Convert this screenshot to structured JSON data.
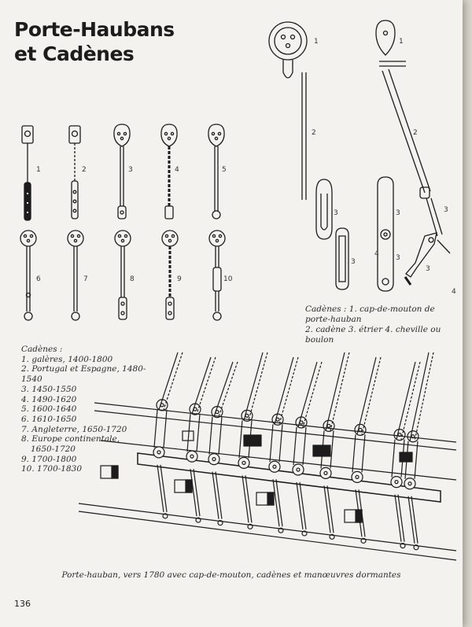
{
  "title": {
    "line1": "Porte-Haubans",
    "line2": "et Cadènes"
  },
  "figure_numbers": {
    "top_left_row1": [
      "1",
      "2",
      "3",
      "4",
      "5"
    ],
    "top_left_row2": [
      "6",
      "7",
      "8",
      "9",
      "10"
    ],
    "right_diagram": [
      "1",
      "2",
      "3",
      "3",
      "3",
      "3",
      "4",
      "1",
      "2",
      "3",
      "3",
      "4"
    ]
  },
  "caption_right": {
    "line1": "Cadènes : 1. cap-de-mouton de porte-hauban",
    "line2": "2. cadène 3. étrier 4. cheville ou boulon"
  },
  "legend": {
    "heading": "Cadènes :",
    "items": [
      "1. galères, 1400-1800",
      "2. Portugal et Espagne, 1480-1540",
      "3. 1450-1550",
      "4. 1490-1620",
      "5. 1600-1640",
      "6. 1610-1650",
      "7. Angleterre, 1650-1720",
      "8. Europe continentale,",
      "    1650-1720",
      "9. 1700-1800",
      "10. 1700-1830"
    ]
  },
  "caption_bottom": "Porte-hauban, vers 1780 avec cap-de-mouton, cadènes et manœuvres dormantes",
  "page_number": "136",
  "colors": {
    "paper": "#f4f2ee",
    "ink": "#1c1c1c"
  }
}
